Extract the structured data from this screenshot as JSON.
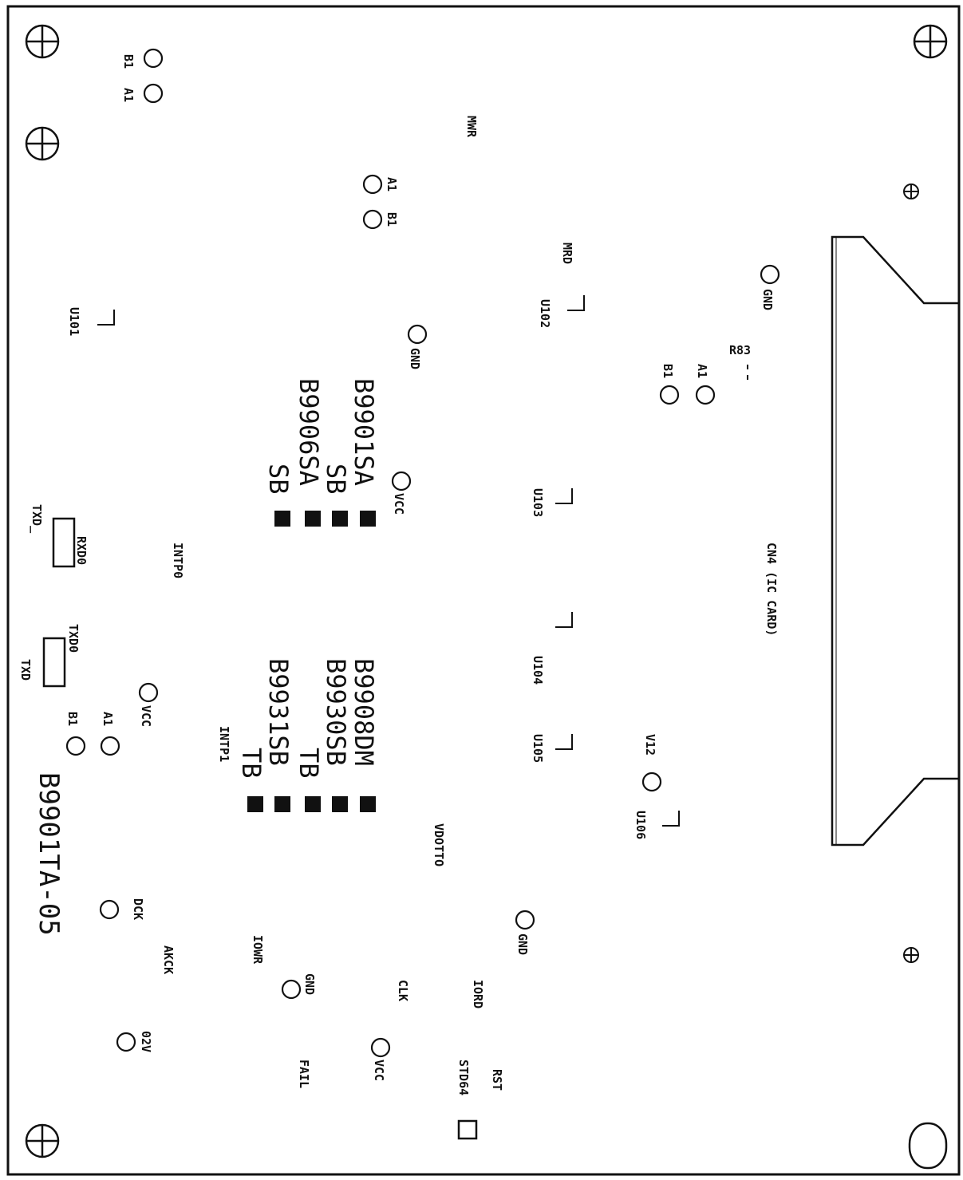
{
  "board": {
    "part_number": "B9901TA-05",
    "connector": "CN4 (IC CARD)",
    "resistor": "R83"
  },
  "components": [
    "U101",
    "U102",
    "U103",
    "U104",
    "U105",
    "U106"
  ],
  "chip_labels": {
    "left": [
      "B9901SA",
      "SB",
      "B9906SA",
      "SB"
    ],
    "right": [
      "B9908DM",
      "B9930SB",
      "TB",
      "B9931SB",
      "TB"
    ]
  },
  "signals": {
    "mwr": "MWR",
    "mrd": "MRD",
    "intp0": "INTP0",
    "intp1": "INTP1",
    "vdotto": "VDOTTO",
    "iowr": "IOWR",
    "iord": "IORD",
    "clk": "CLK",
    "rst": "RST",
    "fail": "FAIL",
    "dck": "DCK",
    "akck": "AKCK",
    "std": "STD64",
    "rxd0": "RXD0",
    "txd0": "TXD0",
    "txd": "TXD",
    "txd_": "TXD_"
  },
  "pads": {
    "b1": "B1",
    "a1": "A1",
    "gnd": "GND",
    "vcc": "VCC",
    "v12": "V12",
    "v2": "02V"
  }
}
